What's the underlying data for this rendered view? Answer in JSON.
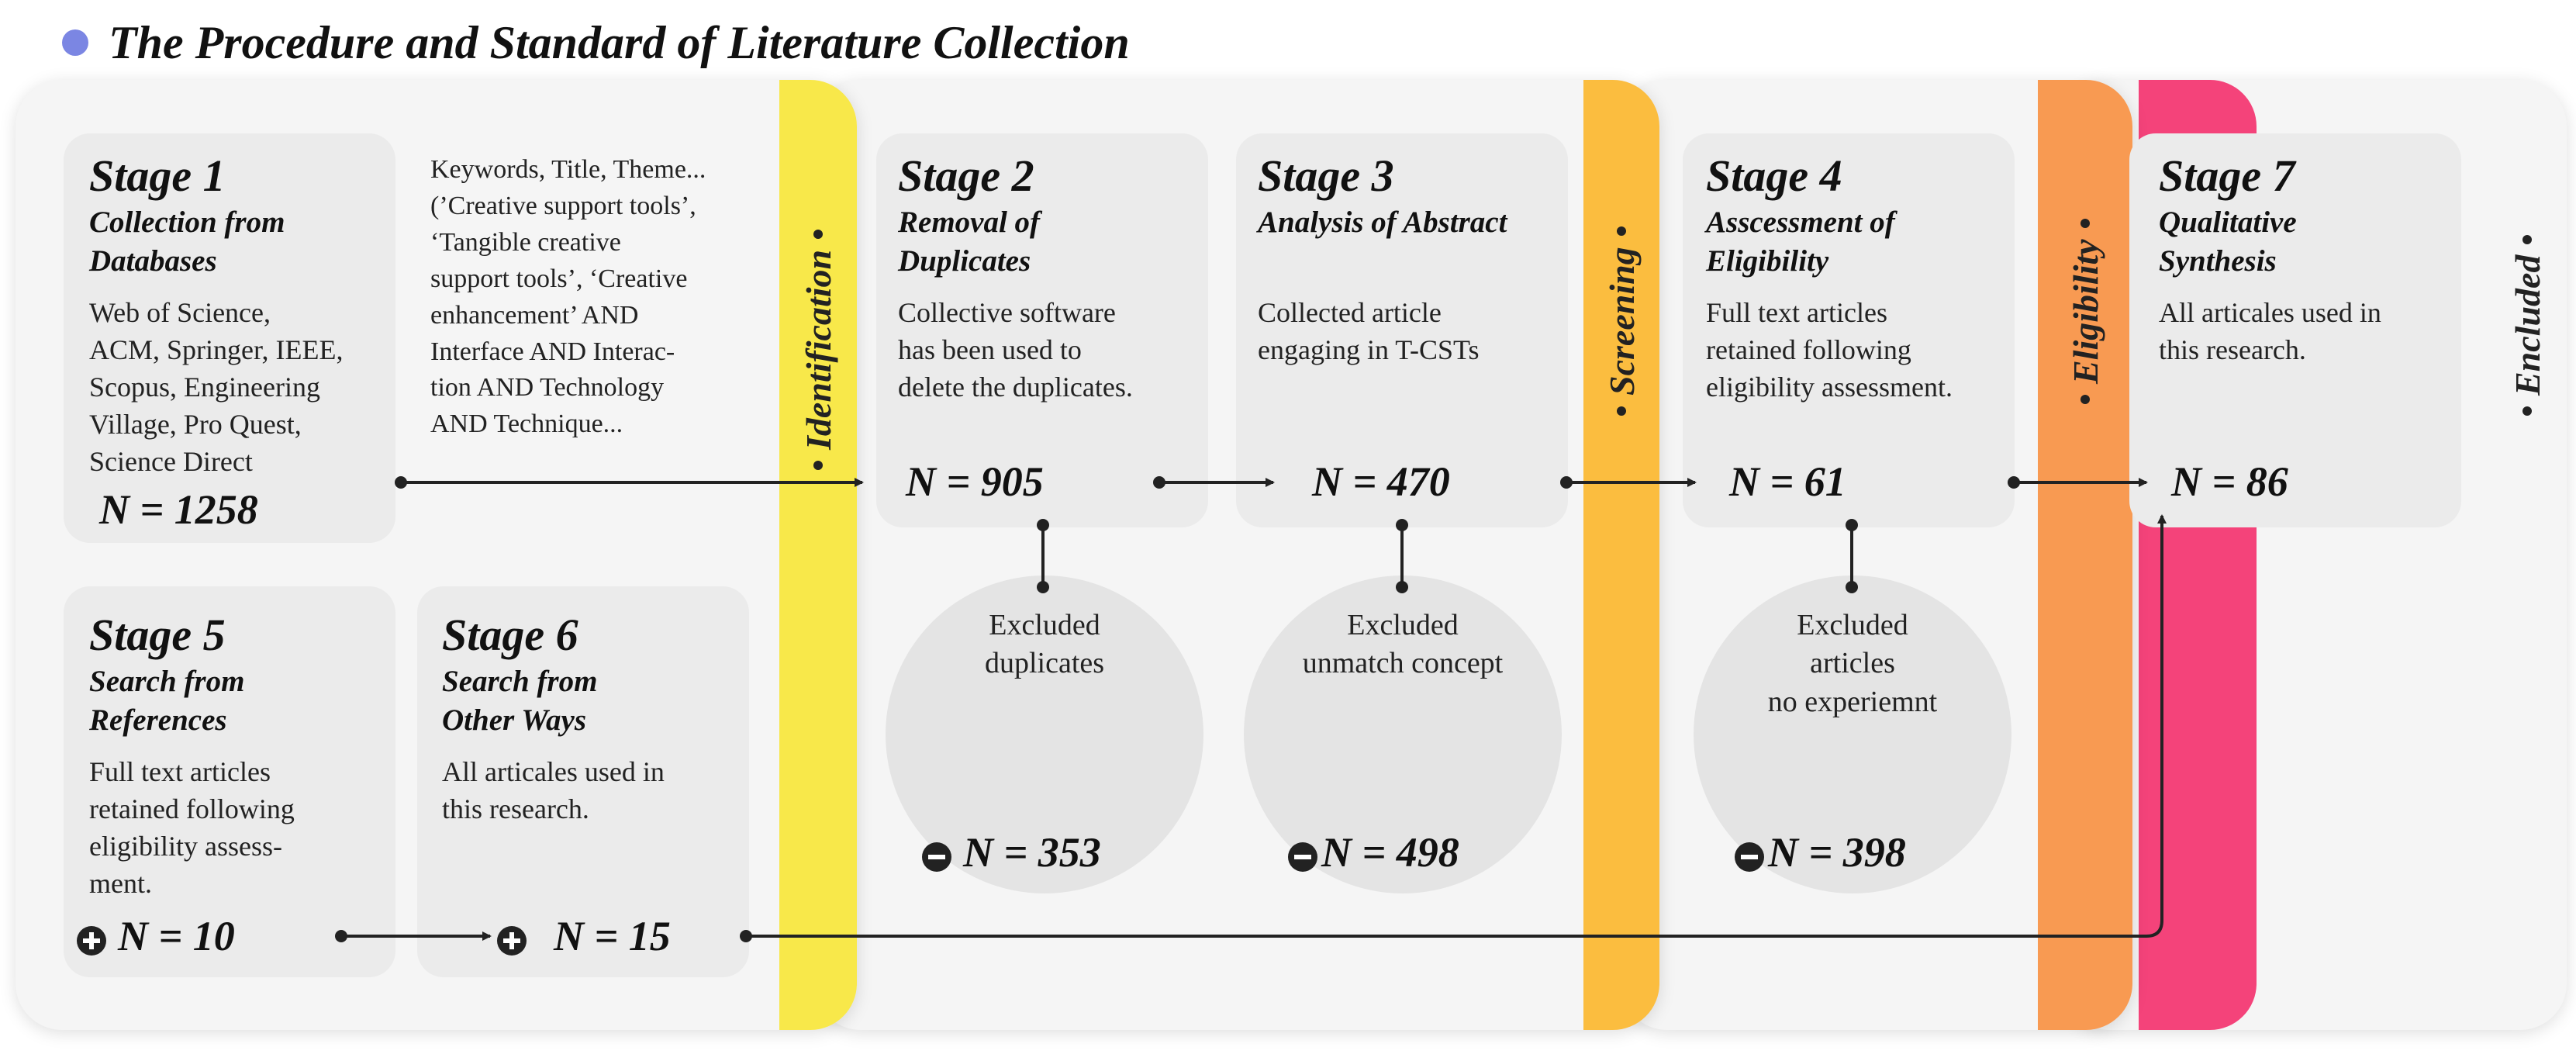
{
  "title": "The Procedure and Standard of Literature Collection",
  "colors": {
    "identification": "#f8e84a",
    "screening": "#fbbd3f",
    "eligibility": "#f89a52",
    "included": "#f4437a",
    "title_dot": "#7b86e3"
  },
  "phases": {
    "identification": "Identification",
    "screening": "Screening",
    "eligibility": "Eligibility",
    "included": "Encluded"
  },
  "stages": {
    "s1": {
      "stage": "Stage 1",
      "subtitle": "Collection from\nDatabases",
      "body": "Web of Science,\nACM, Springer, IEEE,\nScopus, Engineering\nVillage, Pro Quest,\nScience Direct",
      "n": "N = 1258"
    },
    "s1_keywords": "Keywords, Title, Theme...\n(’Creative support tools’,\n‘Tangible creative\nsupport tools’, ‘Creative\nenhancement’ AND\nInterface AND Interac-\ntion AND Technology\nAND Technique...",
    "s2": {
      "stage": "Stage 2",
      "subtitle": "Removal of\nDuplicates",
      "body": "Collective software\nhas been used to\ndelete the duplicates.",
      "n": "N = 905"
    },
    "s3": {
      "stage": "Stage 3",
      "subtitle": "Analysis of Abstract",
      "body": "Collected article\nengaging in T-CSTs",
      "n": "N = 470"
    },
    "s4": {
      "stage": "Stage 4",
      "subtitle": "Asscessment of\nEligibility",
      "body": "Full text articles\nretained following\neligibility assessment.",
      "n": "N = 61"
    },
    "s5": {
      "stage": "Stage 5",
      "subtitle": "Search from\nReferences",
      "body": "Full text articles\nretained following\neligibility assess-\nment.",
      "n": "N = 10"
    },
    "s6": {
      "stage": "Stage 6",
      "subtitle": "Search from\nOther Ways",
      "body": "All articales used in\nthis research.",
      "n": "N = 15"
    },
    "s7": {
      "stage": "Stage 7",
      "subtitle": "Qualitative\nSynthesis",
      "body": "All articales used in\nthis research.",
      "n": "N = 86"
    }
  },
  "excluded": {
    "e2": {
      "label": "Excluded\nduplicates",
      "n": "N = 353"
    },
    "e3": {
      "label": "Excluded\nunmatch concept",
      "n": "N = 498"
    },
    "e4": {
      "label": "Excluded\narticles\nno experiemnt",
      "n": "N = 398"
    }
  }
}
